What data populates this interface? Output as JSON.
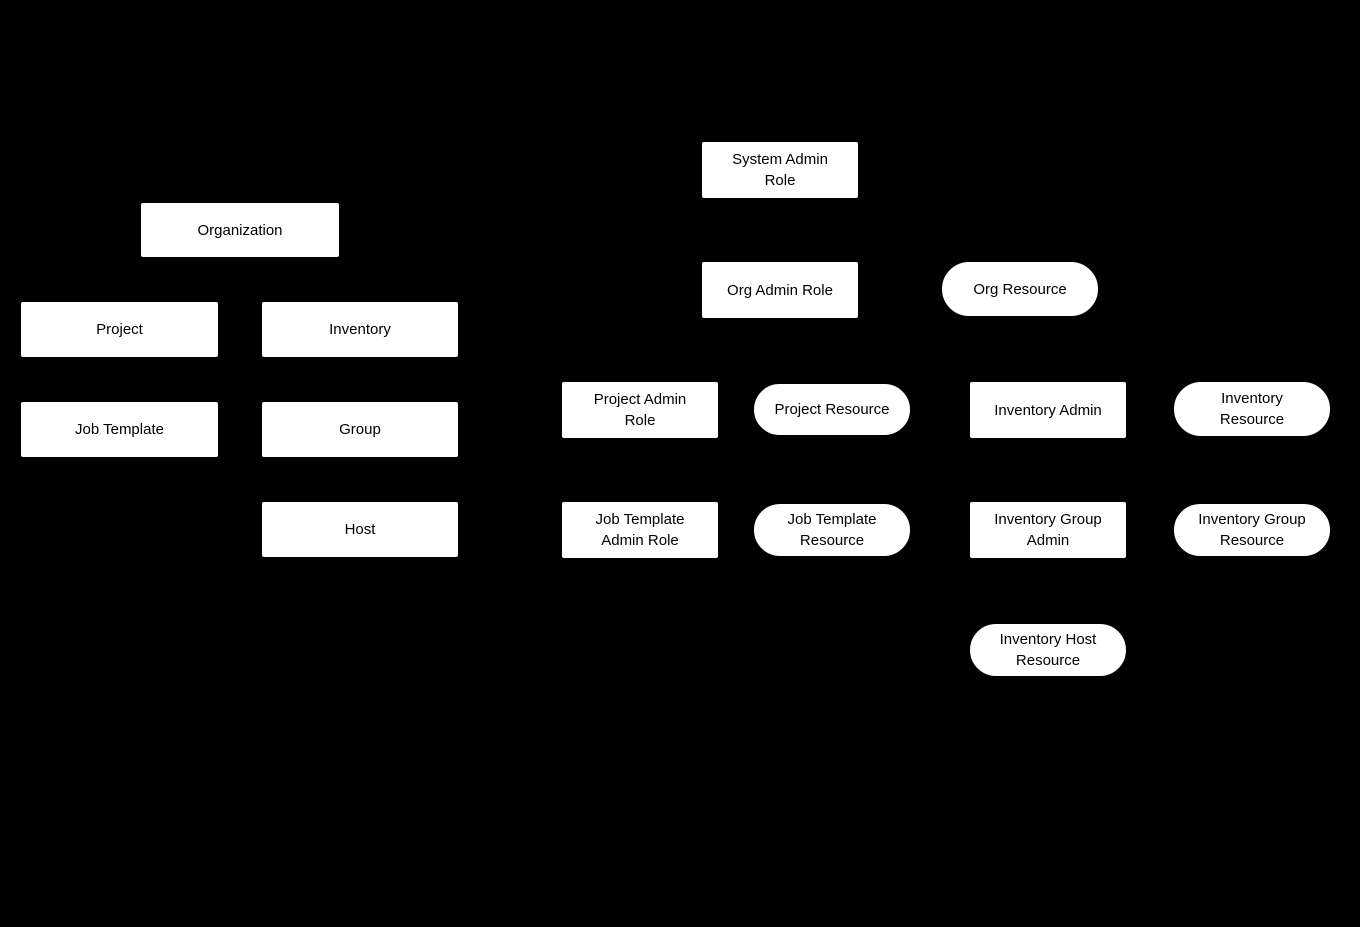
{
  "colors": {
    "background": "#000000",
    "node_fill": "#ffffff",
    "node_text": "#000000"
  },
  "diagram": {
    "type": "diagram",
    "nodes": [
      {
        "id": "organization",
        "shape": "rect",
        "label": "Organization"
      },
      {
        "id": "project",
        "shape": "rect",
        "label": "Project"
      },
      {
        "id": "inventory",
        "shape": "rect",
        "label": "Inventory"
      },
      {
        "id": "job-template",
        "shape": "rect",
        "label": "Job Template"
      },
      {
        "id": "group",
        "shape": "rect",
        "label": "Group"
      },
      {
        "id": "host",
        "shape": "rect",
        "label": "Host"
      },
      {
        "id": "system-admin-role",
        "shape": "rect",
        "label": "System Admin\nRole"
      },
      {
        "id": "org-admin-role",
        "shape": "rect",
        "label": "Org Admin Role"
      },
      {
        "id": "org-resource",
        "shape": "pill",
        "label": "Org Resource"
      },
      {
        "id": "project-admin-role",
        "shape": "rect",
        "label": "Project Admin\nRole"
      },
      {
        "id": "project-resource",
        "shape": "pill",
        "label": "Project Resource"
      },
      {
        "id": "inventory-admin",
        "shape": "rect",
        "label": "Inventory Admin"
      },
      {
        "id": "inventory-resource",
        "shape": "pill",
        "label": "Inventory\nResource"
      },
      {
        "id": "job-template-admin-role",
        "shape": "rect",
        "label": "Job Template\nAdmin Role"
      },
      {
        "id": "job-template-resource",
        "shape": "pill",
        "label": "Job Template\nResource"
      },
      {
        "id": "inventory-group-admin",
        "shape": "rect",
        "label": "Inventory Group\nAdmin"
      },
      {
        "id": "inventory-group-resource",
        "shape": "pill",
        "label": "Inventory Group\nResource"
      },
      {
        "id": "inventory-host-resource",
        "shape": "pill",
        "label": "Inventory Host\nResource"
      }
    ]
  }
}
